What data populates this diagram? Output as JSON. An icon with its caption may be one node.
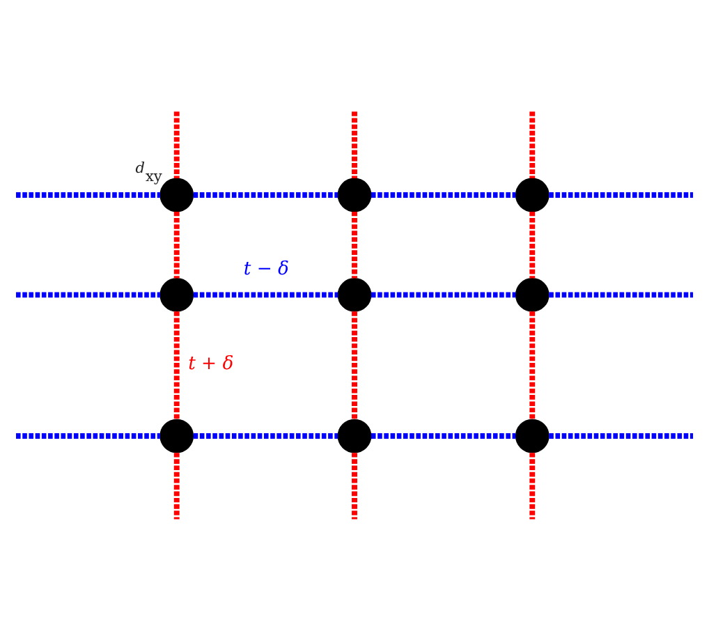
{
  "diagram": {
    "nodes": [
      {
        "text": [],
        "shape": "circle",
        "beside": [
          "d$_{xy}$"
        ]
      },
      {
        "text": [],
        "shape": "circle"
      },
      {
        "text": [],
        "shape": "circle"
      },
      {
        "text": [],
        "shape": "circle"
      },
      {
        "text": [],
        "shape": "circle"
      },
      {
        "text": [],
        "shape": "circle"
      },
      {
        "text": [],
        "shape": "circle"
      },
      {
        "text": [],
        "shape": "circle"
      },
      {
        "text": [],
        "shape": "circle"
      }
    ],
    "edges": [
      {
        "from": null,
        "to": 0,
        "arrow": "none",
        "style": "dashed",
        "color": "#0000ff"
      },
      {
        "from": 0,
        "to": 1,
        "arrow": "none",
        "style": "dashed",
        "color": "#0000ff"
      },
      {
        "from": 1,
        "to": 2,
        "arrow": "none",
        "style": "dashed",
        "color": "#0000ff"
      },
      {
        "from": 2,
        "to": null,
        "arrow": "none",
        "style": "dashed",
        "color": "#0000ff"
      },
      {
        "from": null,
        "to": 3,
        "arrow": "none",
        "style": "dashed",
        "color": "#0000ff"
      },
      {
        "from": 3,
        "to": 4,
        "arrow": "none",
        "style": "dashed",
        "color": "#0000ff",
        "label": "t − δ"
      },
      {
        "from": 4,
        "to": 5,
        "arrow": "none",
        "style": "dashed",
        "color": "#0000ff"
      },
      {
        "from": 5,
        "to": null,
        "arrow": "none",
        "style": "dashed",
        "color": "#0000ff"
      },
      {
        "from": null,
        "to": 6,
        "arrow": "none",
        "style": "dashed",
        "color": "#0000ff"
      },
      {
        "from": 6,
        "to": 7,
        "arrow": "none",
        "style": "dashed",
        "color": "#0000ff"
      },
      {
        "from": 7,
        "to": 8,
        "arrow": "none",
        "style": "dashed",
        "color": "#0000ff"
      },
      {
        "from": 8,
        "to": null,
        "arrow": "none",
        "style": "dashed",
        "color": "#0000ff"
      },
      {
        "from": null,
        "to": 0,
        "arrow": "none",
        "style": "dashed",
        "color": "#ff0000"
      },
      {
        "from": 0,
        "to": 3,
        "arrow": "none",
        "style": "dashed",
        "color": "#ff0000"
      },
      {
        "from": 3,
        "to": 6,
        "arrow": "none",
        "style": "dashed",
        "color": "#ff0000",
        "label": "t + δ"
      },
      {
        "from": 6,
        "to": null,
        "arrow": "none",
        "style": "dashed",
        "color": "#ff0000"
      },
      {
        "from": null,
        "to": 1,
        "arrow": "none",
        "style": "dashed",
        "color": "#ff0000"
      },
      {
        "from": 1,
        "to": 4,
        "arrow": "none",
        "style": "dashed",
        "color": "#ff0000"
      },
      {
        "from": 4,
        "to": 7,
        "arrow": "none",
        "style": "dashed",
        "color": "#ff0000"
      },
      {
        "from": 7,
        "to": null,
        "arrow": "none",
        "style": "dashed",
        "color": "#ff0000"
      },
      {
        "from": null,
        "to": 2,
        "arrow": "none",
        "style": "dashed",
        "color": "#ff0000"
      },
      {
        "from": 2,
        "to": 5,
        "arrow": "none",
        "style": "dashed",
        "color": "#ff0000"
      },
      {
        "from": 5,
        "to": 8,
        "arrow": "none",
        "style": "dashed",
        "color": "#ff0000"
      },
      {
        "from": 8,
        "to": null,
        "arrow": "none",
        "style": "dashed",
        "color": "#ff0000"
      }
    ]
  }
}
